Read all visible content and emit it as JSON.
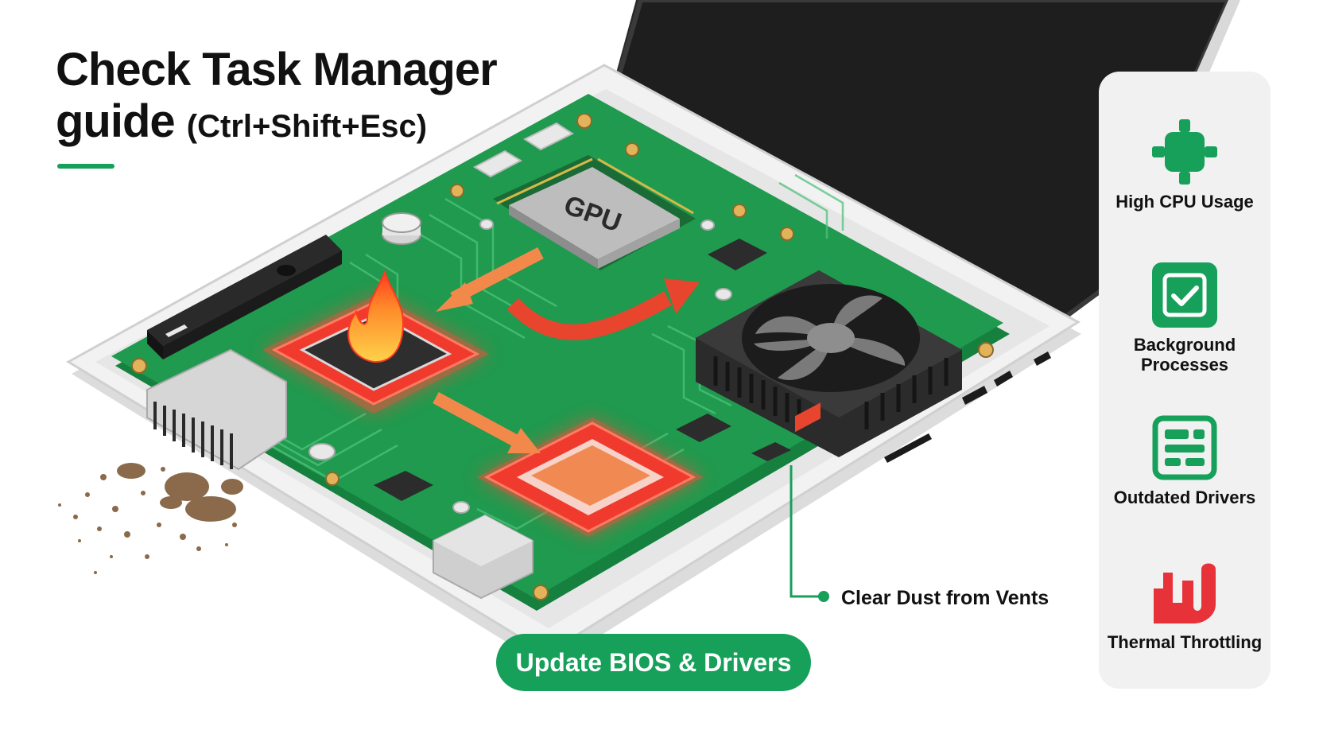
{
  "title": {
    "line1": "Check Task Manager",
    "line2": "guide",
    "shortcut": "(Ctrl+Shift+Esc)"
  },
  "board": {
    "gpu_label": "GPU"
  },
  "causes": [
    {
      "label": "High CPU Usage",
      "icon": "cpu-chip-icon"
    },
    {
      "label": "Background Processes",
      "icon": "checkbox-icon"
    },
    {
      "label": "Outdated Drivers",
      "icon": "driver-card-icon"
    },
    {
      "label": "Thermal Throttling",
      "icon": "heat-graph-icon"
    }
  ],
  "callout": {
    "label": "Clear Dust from Vents"
  },
  "cta": {
    "label": "Update BIOS & Drivers"
  },
  "colors": {
    "accent": "#16a05a",
    "board": "#1f9a4e",
    "hot": "#f03a2e",
    "arrow": "#f2894a"
  }
}
